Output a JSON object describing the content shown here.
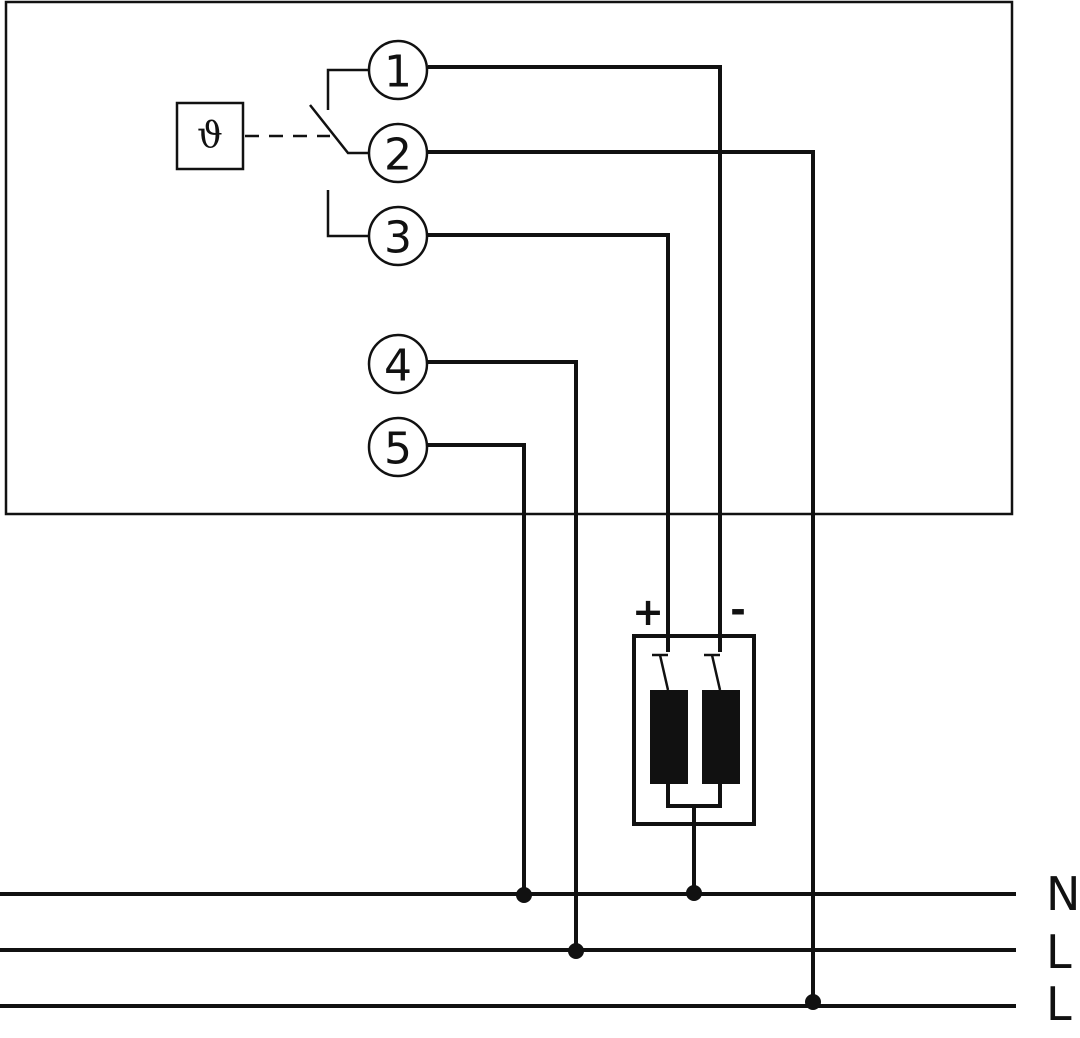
{
  "terminals": [
    {
      "label": "1"
    },
    {
      "label": "2"
    },
    {
      "label": "3"
    },
    {
      "label": "4"
    },
    {
      "label": "5"
    }
  ],
  "sensor": {
    "symbol": "ϑ"
  },
  "actuator": {
    "plus_label": "+",
    "minus_label": "-"
  },
  "buses": [
    {
      "label": "N"
    },
    {
      "label": "L"
    },
    {
      "label": "L"
    }
  ],
  "colors": {
    "line": "#111111",
    "background": "#ffffff"
  }
}
